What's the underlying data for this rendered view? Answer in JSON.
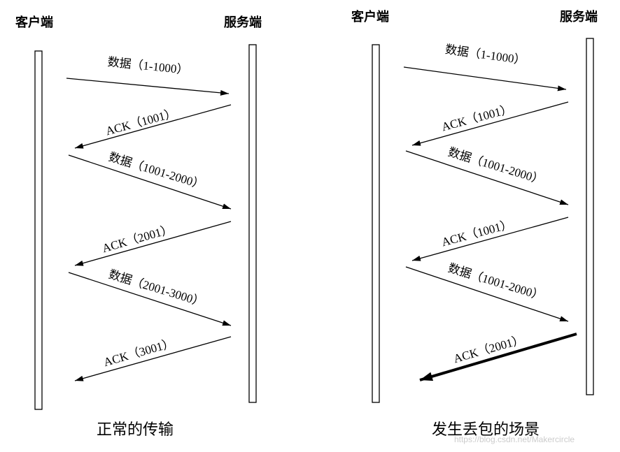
{
  "left_panel": {
    "client_label": "客户端",
    "server_label": "服务端",
    "caption": "正常的传输",
    "messages": [
      {
        "label": "数据（1-1000）",
        "direction": "client-to-server"
      },
      {
        "label": "ACK（1001）",
        "direction": "server-to-client"
      },
      {
        "label": "数据（1001-2000）",
        "direction": "client-to-server"
      },
      {
        "label": "ACK（2001）",
        "direction": "server-to-client"
      },
      {
        "label": "数据（2001-3000）",
        "direction": "client-to-server"
      },
      {
        "label": "ACK（3001）",
        "direction": "server-to-client"
      }
    ]
  },
  "right_panel": {
    "client_label": "客户端",
    "server_label": "服务端",
    "caption": "发生丢包的场景",
    "messages": [
      {
        "label": "数据（1-1000）",
        "direction": "client-to-server"
      },
      {
        "label": "ACK（1001）",
        "direction": "server-to-client"
      },
      {
        "label": "数据（1001-2000）",
        "direction": "client-to-server"
      },
      {
        "label": "ACK（1001）",
        "direction": "server-to-client"
      },
      {
        "label": "数据（1001-2000）",
        "direction": "client-to-server"
      },
      {
        "label": "ACK（2001）",
        "direction": "server-to-client",
        "emphasis": "bold"
      }
    ]
  },
  "watermark": "https://blog.csdn.net/Makercircle",
  "colors": {
    "line": "#000000",
    "background": "#ffffff",
    "watermark": "#cccccc"
  }
}
